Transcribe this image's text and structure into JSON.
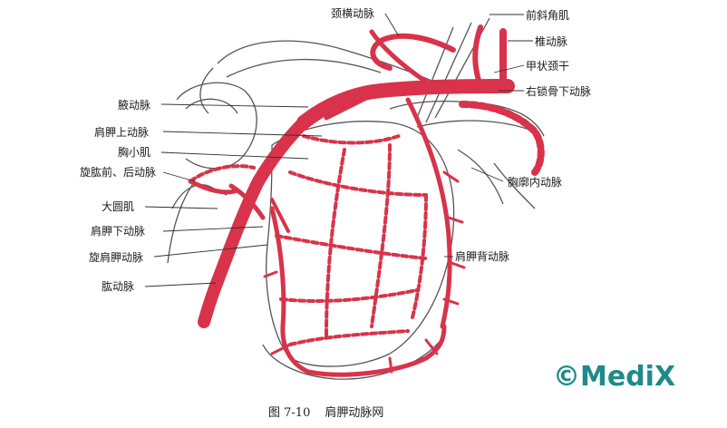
{
  "labels": {
    "transverse_cervical": "颈横动脉",
    "scalenus_anterior": "前斜角肌",
    "vertebral": "椎动脉",
    "thyrocervical": "甲状颈干",
    "subclavian_right": "右锁骨下动脉",
    "axillary": "腋动脉",
    "suprascapular": "肩胛上动脉",
    "pectoralis_minor": "胸小肌",
    "circumflex_humeral": "旋肱前、后动脉",
    "internal_thoracic": "胸廓内动脉",
    "teres_major": "大圆肌",
    "subscapular": "肩胛下动脉",
    "circumflex_scapular": "旋肩胛动脉",
    "dorsal_scapular": "肩胛背动脉",
    "brachial": "肱动脉"
  },
  "caption": {
    "figure_no": "图 7-10",
    "title": "肩胛动脉网"
  },
  "watermark": "©MediX",
  "colors": {
    "artery": "#d8334a",
    "outline": "#444444",
    "watermark": "#1e8a8a"
  }
}
